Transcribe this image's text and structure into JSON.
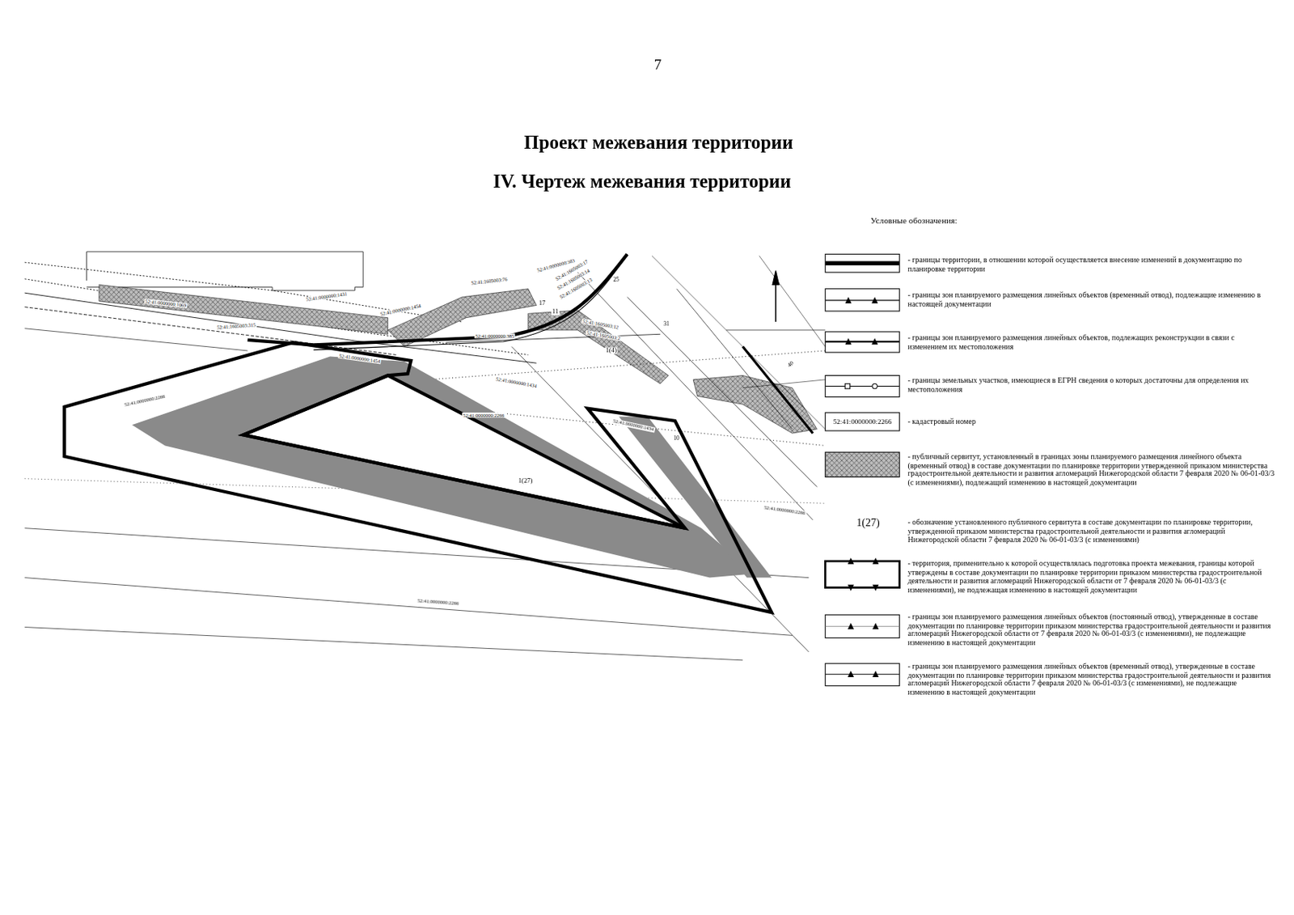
{
  "diagram": {
    "title": "Проект межевания территории",
    "labels": [
      "IV. Чертеж межевания территории",
      "7",
      "Условные обозначения:",
      "52:41:0000000:2266",
      "1(27)",
      "52:41:0000000:1431",
      "52:41:0000000:1069",
      "52:41:1605003:315",
      "52:41:0000000:1454",
      "52:41:0000000:1454",
      "52:41:0000000:1434",
      "52:41:0000000:2266",
      "52:41:0000000:2266",
      "52:41:0000000:385",
      "52:41:0000000:383",
      "52:41:1605003:76",
      "52:41:1605003:17",
      "52:41:1605003:14",
      "52:41:1605003:13",
      "52:41:1605003:12",
      "52:41:1605003:2",
      "17",
      "11",
      "25",
      "31",
      "1(4)",
      "40",
      "52:41:0000000:1434",
      "10",
      "1(27)",
      "52:41:0000000:2266",
      "52:41:0000000:2266"
    ],
    "legend": [
      {
        "text": "- границы территории, в отношении которой осуществляется внесение изменений в документацию по планировке территории"
      },
      {
        "text": "- границы зон планируемого размещения линейных объектов (временный отвод), подлежащие изменению в настоящей документации"
      },
      {
        "text": "- границы зон планируемого размещения линейных объектов, подлежащих реконструкции в связи с изменением их местоположения"
      },
      {
        "text": "- границы земельных участков, имеющиеся в ЕГРН сведения о которых достаточны для определения их местоположения"
      },
      {
        "text": "- кадастровый номер"
      },
      {
        "text": "- публичный сервитут, установленный в границах зоны планируемого размещения линейного объекта (временный отвод) в составе документации по планировке территории утвержденной приказом министерства градостроительной деятельности и развития агломераций Нижегородской области 7 февраля 2020 № 06-01-03/3 (с изменениями), подлежащий изменению в настоящей документации"
      },
      {
        "text": "- обозначение установленного публичного сервитута в составе документации по планировке территории, утвержденной приказом министерства градостроительной деятельности и развития агломераций Нижегородской области 7 февраля 2020 № 06-01-03/3 (с изменениями)"
      },
      {
        "text": "- территория, применительно к которой осуществлялась подготовка проекта межевания, границы которой утверждены в составе документации по планировке территории приказом министерства градостроительной деятельности и развития агломераций Нижегородской области от 7 февраля 2020 № 06-01-03/3 (с изменениями), не подлежащая изменению в настоящей документации"
      },
      {
        "text": "- границы зон планируемого размещения линейных объектов (постоянный отвод), утвержденные в составе документации по планировке территории приказом министерства градостроительной деятельности и развития агломераций Нижегородской области от 7 февраля 2020 № 06-01-03/3 (с изменениями), не подлежащие изменению в настоящей документации"
      },
      {
        "text": "- границы зон планируемого размещения линейных объектов (временный отвод), утвержденные в составе документации по планировке территории приказом министерства градостроительной деятельности и развития агломераций Нижегородской области 7 февраля 2020 № 06-01-03/3 (с изменениями), не подлежащие изменению в настоящей документации"
      }
    ]
  }
}
